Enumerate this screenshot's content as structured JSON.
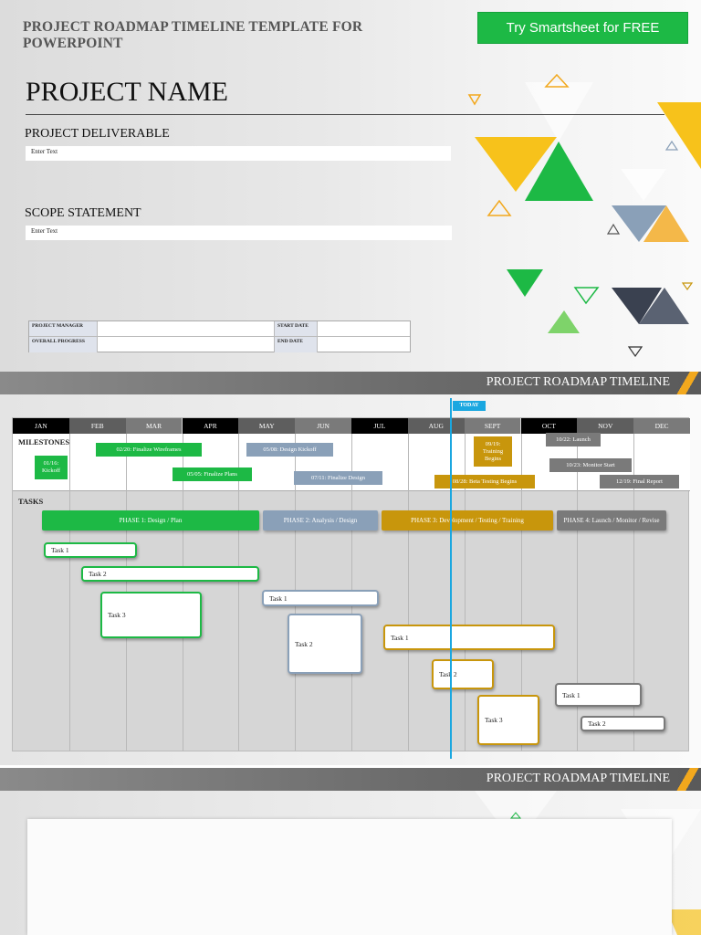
{
  "header": {
    "title": "PROJECT ROADMAP TIMELINE TEMPLATE FOR POWERPOINT",
    "cta_label": "Try Smartsheet for FREE"
  },
  "project": {
    "name": "PROJECT NAME",
    "deliverable_label": "PROJECT DELIVERABLE",
    "deliverable_value": "Enter Text",
    "scope_label": "SCOPE STATEMENT",
    "scope_value": "Enter Text"
  },
  "info_table": {
    "manager_label": "PROJECT MANAGER",
    "manager_value": "",
    "start_label": "START DATE",
    "start_value": "",
    "progress_label": "OVERALL PROGRESS",
    "progress_value": "",
    "end_label": "END DATE",
    "end_value": ""
  },
  "banner_title": "PROJECT ROADMAP TIMELINE",
  "timeline": {
    "today_label": "TODAY",
    "months": [
      "JAN",
      "FEB",
      "MAR",
      "APR",
      "MAY",
      "JUN",
      "JUL",
      "AUG",
      "SEPT",
      "OCT",
      "NOV",
      "DEC"
    ],
    "month_colors": [
      "#000000",
      "#5e5e5e",
      "#7a7a7a",
      "#000000",
      "#5e5e5e",
      "#7a7a7a",
      "#000000",
      "#5e5e5e",
      "#7a7a7a",
      "#000000",
      "#5e5e5e",
      "#7a7a7a"
    ],
    "milestones_label": "MILESTONES",
    "tasks_label": "TASKS",
    "milestones": [
      {
        "label": "01/16:\nKickoff",
        "color": "#1db945"
      },
      {
        "label": "02/20: Finalize Wireframes",
        "color": "#1db945"
      },
      {
        "label": "05/05: Finalize Plans",
        "color": "#1db945"
      },
      {
        "label": "05/08: Design Kickoff",
        "color": "#8aa0b8"
      },
      {
        "label": "07/11: Finalize Design",
        "color": "#8aa0b8"
      },
      {
        "label": "09/19:\nTraining\nBegins",
        "color": "#c8960c"
      },
      {
        "label": "08/28: Beta Testing Begins",
        "color": "#c8960c"
      },
      {
        "label": "10/22: Launch",
        "color": "#7a7a7a"
      },
      {
        "label": "10/23: Monitor Start",
        "color": "#7a7a7a"
      },
      {
        "label": "12/19: Final Report",
        "color": "#7a7a7a"
      }
    ],
    "phases": [
      {
        "label": "PHASE 1: Design / Plan",
        "color": "#1db945"
      },
      {
        "label": "PHASE 2: Analysis / Design",
        "color": "#8aa0b8"
      },
      {
        "label": "PHASE 3: Development / Testing / Training",
        "color": "#c8960c"
      },
      {
        "label": "PHASE 4: Launch / Monitor / Revise",
        "color": "#7a7a7a"
      }
    ],
    "tasks": [
      {
        "label": "Task 1",
        "phase": 1
      },
      {
        "label": "Task 2",
        "phase": 1
      },
      {
        "label": "Task 3",
        "phase": 1
      },
      {
        "label": "Task 1",
        "phase": 2
      },
      {
        "label": "Task 2",
        "phase": 2
      },
      {
        "label": "Task 1",
        "phase": 3
      },
      {
        "label": "Task 2",
        "phase": 3
      },
      {
        "label": "Task 3",
        "phase": 3
      },
      {
        "label": "Task 1",
        "phase": 4
      },
      {
        "label": "Task 2",
        "phase": 4
      }
    ]
  },
  "accent_colors": {
    "green": "#1db945",
    "blue_gray": "#8aa0b8",
    "gold": "#c8960c",
    "gray": "#7a7a7a",
    "today": "#1aa7e0",
    "banner_accent": "#f2a81d"
  }
}
